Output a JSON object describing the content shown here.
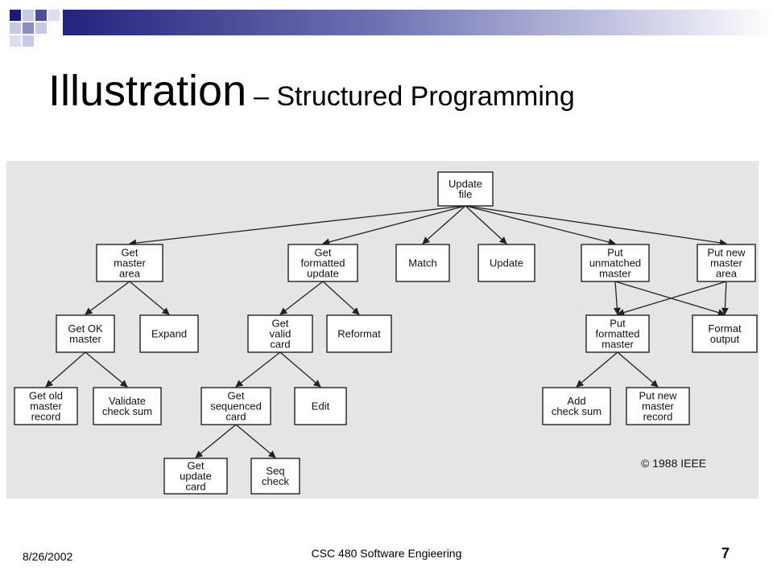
{
  "slide": {
    "title_main": "Illustration",
    "title_sub": "– Structured Programming",
    "copyright": "© 1988 IEEE",
    "footer": {
      "date": "8/26/2002",
      "course": "CSC 480 Software Engieering",
      "page_number": "7"
    }
  },
  "diagram": {
    "nodes": [
      {
        "id": "update-file",
        "lines": [
          "Update",
          "file"
        ]
      },
      {
        "id": "get-master-area",
        "lines": [
          "Get",
          "master",
          "area"
        ]
      },
      {
        "id": "get-formatted-update",
        "lines": [
          "Get",
          "formatted",
          "update"
        ]
      },
      {
        "id": "match",
        "lines": [
          "Match"
        ]
      },
      {
        "id": "update",
        "lines": [
          "Update"
        ]
      },
      {
        "id": "put-unmatched-master",
        "lines": [
          "Put",
          "unmatched",
          "master"
        ]
      },
      {
        "id": "put-new-master-area",
        "lines": [
          "Put new",
          "master",
          "area"
        ]
      },
      {
        "id": "get-ok-master",
        "lines": [
          "Get OK",
          "master"
        ]
      },
      {
        "id": "expand",
        "lines": [
          "Expand"
        ]
      },
      {
        "id": "get-valid-card",
        "lines": [
          "Get",
          "valid",
          "card"
        ]
      },
      {
        "id": "reformat",
        "lines": [
          "Reformat"
        ]
      },
      {
        "id": "put-formatted-master",
        "lines": [
          "Put",
          "formatted",
          "master"
        ]
      },
      {
        "id": "format-output",
        "lines": [
          "Format",
          "output"
        ]
      },
      {
        "id": "get-old-master-record",
        "lines": [
          "Get old",
          "master",
          "record"
        ]
      },
      {
        "id": "validate-check-sum",
        "lines": [
          "Validate",
          "check sum"
        ]
      },
      {
        "id": "get-sequenced-card",
        "lines": [
          "Get",
          "sequenced",
          "card"
        ]
      },
      {
        "id": "edit",
        "lines": [
          "Edit"
        ]
      },
      {
        "id": "add-check-sum",
        "lines": [
          "Add",
          "check sum"
        ]
      },
      {
        "id": "put-new-master-record",
        "lines": [
          "Put new",
          "master",
          "record"
        ]
      },
      {
        "id": "get-update-card",
        "lines": [
          "Get",
          "update",
          "card"
        ]
      },
      {
        "id": "seq-check",
        "lines": [
          "Seq",
          "check"
        ]
      }
    ],
    "edges": [
      [
        "update-file",
        "get-master-area"
      ],
      [
        "update-file",
        "get-formatted-update"
      ],
      [
        "update-file",
        "match"
      ],
      [
        "update-file",
        "update"
      ],
      [
        "update-file",
        "put-unmatched-master"
      ],
      [
        "update-file",
        "put-new-master-area"
      ],
      [
        "get-master-area",
        "get-ok-master"
      ],
      [
        "get-master-area",
        "expand"
      ],
      [
        "get-ok-master",
        "get-old-master-record"
      ],
      [
        "get-ok-master",
        "validate-check-sum"
      ],
      [
        "get-formatted-update",
        "get-valid-card"
      ],
      [
        "get-formatted-update",
        "reformat"
      ],
      [
        "get-valid-card",
        "get-sequenced-card"
      ],
      [
        "get-valid-card",
        "edit"
      ],
      [
        "get-sequenced-card",
        "get-update-card"
      ],
      [
        "get-sequenced-card",
        "seq-check"
      ],
      [
        "put-unmatched-master",
        "put-formatted-master"
      ],
      [
        "put-unmatched-master",
        "format-output"
      ],
      [
        "put-new-master-area",
        "put-formatted-master"
      ],
      [
        "put-new-master-area",
        "format-output"
      ],
      [
        "put-formatted-master",
        "add-check-sum"
      ],
      [
        "put-formatted-master",
        "put-new-master-record"
      ]
    ]
  }
}
